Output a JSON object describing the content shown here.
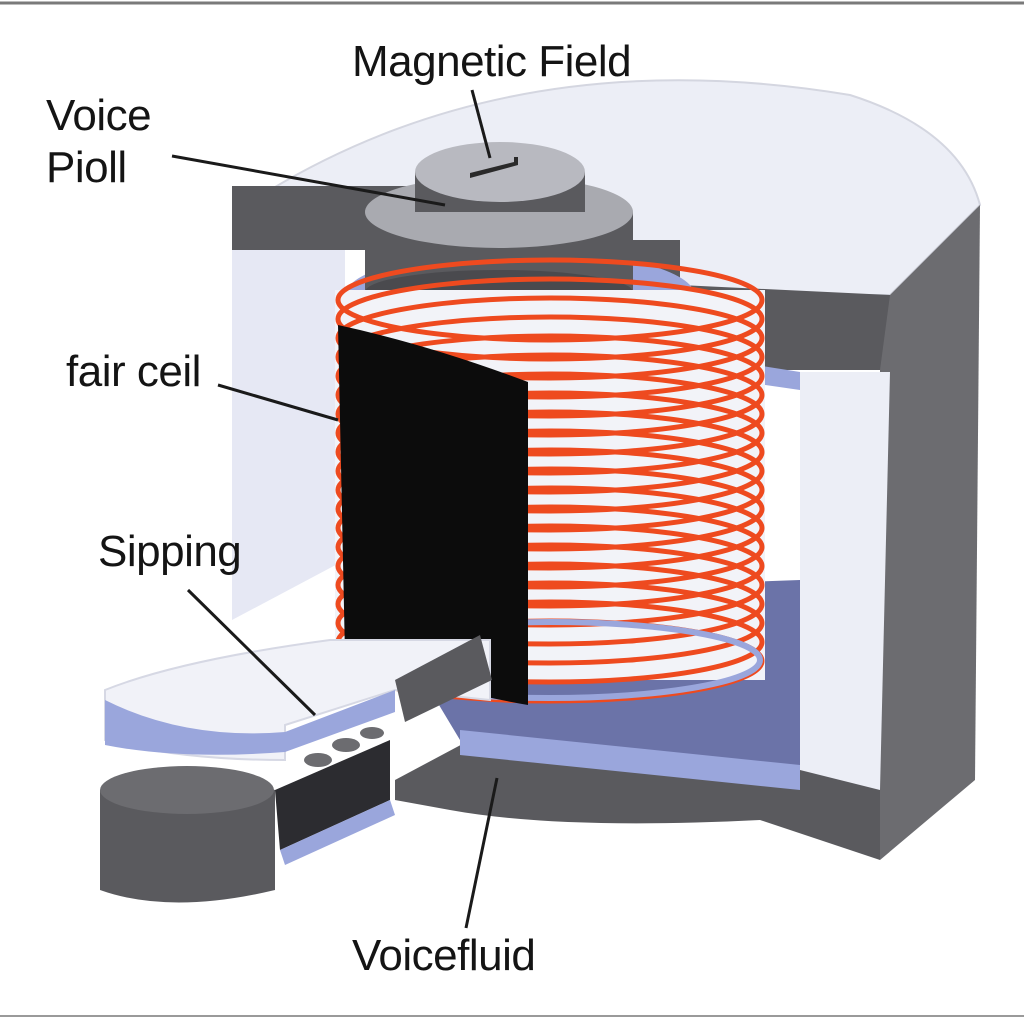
{
  "diagram": {
    "labels": {
      "magnetic_field": "Magnetic Field",
      "voice": "Voice",
      "pioll": "Pioll",
      "fair_ceil": "fair ceil",
      "sipping": "Sipping",
      "voicefluid": "Voicefluid"
    },
    "colors": {
      "dark_gray": "#5a5a5e",
      "mid_gray": "#8a8c94",
      "light_panel": "#eceef6",
      "periwinkle": "#9aa6dc",
      "navy_shadow": "#6b73a8",
      "coil_orange": "#ee4a1f",
      "magnet_black": "#0c0c0c",
      "leader_line": "#1a1a1a"
    }
  }
}
